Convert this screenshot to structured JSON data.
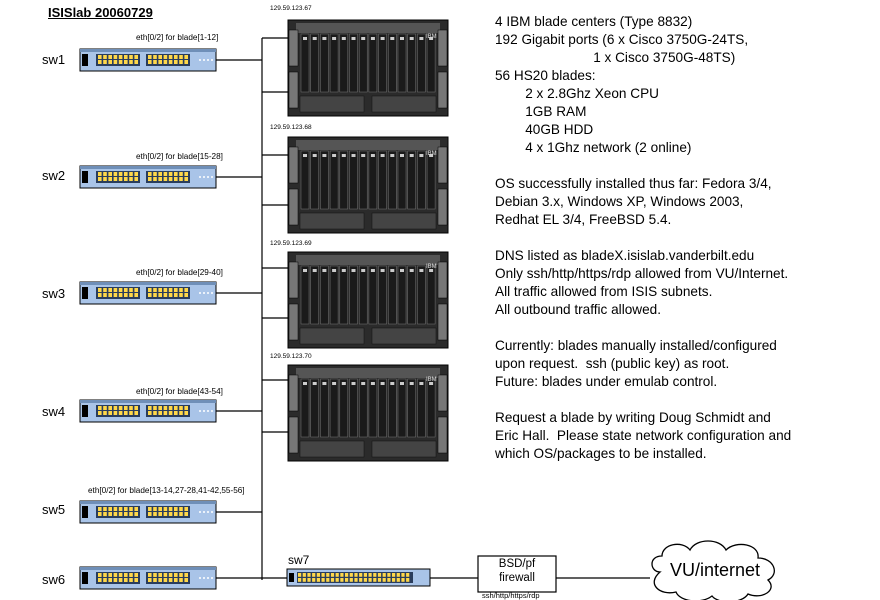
{
  "title": "ISISlab 20060729",
  "switches": [
    {
      "name": "sw1",
      "port_label": "eth[0/2] for blade[1-12]"
    },
    {
      "name": "sw2",
      "port_label": "eth[0/2] for blade[15-28]"
    },
    {
      "name": "sw3",
      "port_label": "eth[0/2] for blade[29-40]"
    },
    {
      "name": "sw4",
      "port_label": "eth[0/2] for blade[43-54]"
    },
    {
      "name": "sw5",
      "port_label": "eth[0/2] for blade[13-14,27-28,41-42,55-56]"
    },
    {
      "name": "sw6",
      "port_label": ""
    }
  ],
  "blade_centers": [
    {
      "ip": "129.59.123.67",
      "brand": "IBM"
    },
    {
      "ip": "129.59.123.68",
      "brand": "IBM"
    },
    {
      "ip": "129.59.123.69",
      "brand": "IBM"
    },
    {
      "ip": "129.59.123.70",
      "brand": "IBM"
    }
  ],
  "sw7": {
    "name": "sw7"
  },
  "firewall": {
    "line1": "BSD/pf",
    "line2": "firewall",
    "ports": "ssh/http/https/rdp"
  },
  "cloud": {
    "label": "VU/internet"
  },
  "info_lines": [
    "4 IBM blade centers (Type 8832)",
    "192 Gigabit ports (6 x Cisco 3750G-24TS,",
    "                          1 x Cisco 3750G-48TS)",
    "56 HS20 blades:",
    "        2 x 2.8Ghz Xeon CPU",
    "        1GB RAM",
    "        40GB HDD",
    "        4 x 1Ghz network (2 online)",
    "",
    "OS successfully installed thus far: Fedora 3/4,",
    "Debian 3.x, Windows XP, Windows 2003,",
    "Redhat EL 3/4, FreeBSD 5.4.",
    "",
    "DNS listed as bladeX.isislab.vanderbilt.edu",
    "Only ssh/http/https/rdp allowed from VU/Internet.",
    "All traffic allowed from ISIS subnets.",
    "All outbound traffic allowed.",
    "",
    "Currently: blades manually installed/configured",
    "upon request.  ssh (public key) as root.",
    "Future: blades under emulab control.",
    "",
    "Request a blade by writing Doug Schmidt and",
    "Eric Hall.  Please state network configuration and",
    "which OS/packages to be installed."
  ],
  "colors": {
    "switch_face": "#a9c4e8",
    "switch_dark": "#2a3d5c",
    "chassis": "#2b2b2b",
    "blade": "#1a1a1a",
    "line": "#000000"
  }
}
